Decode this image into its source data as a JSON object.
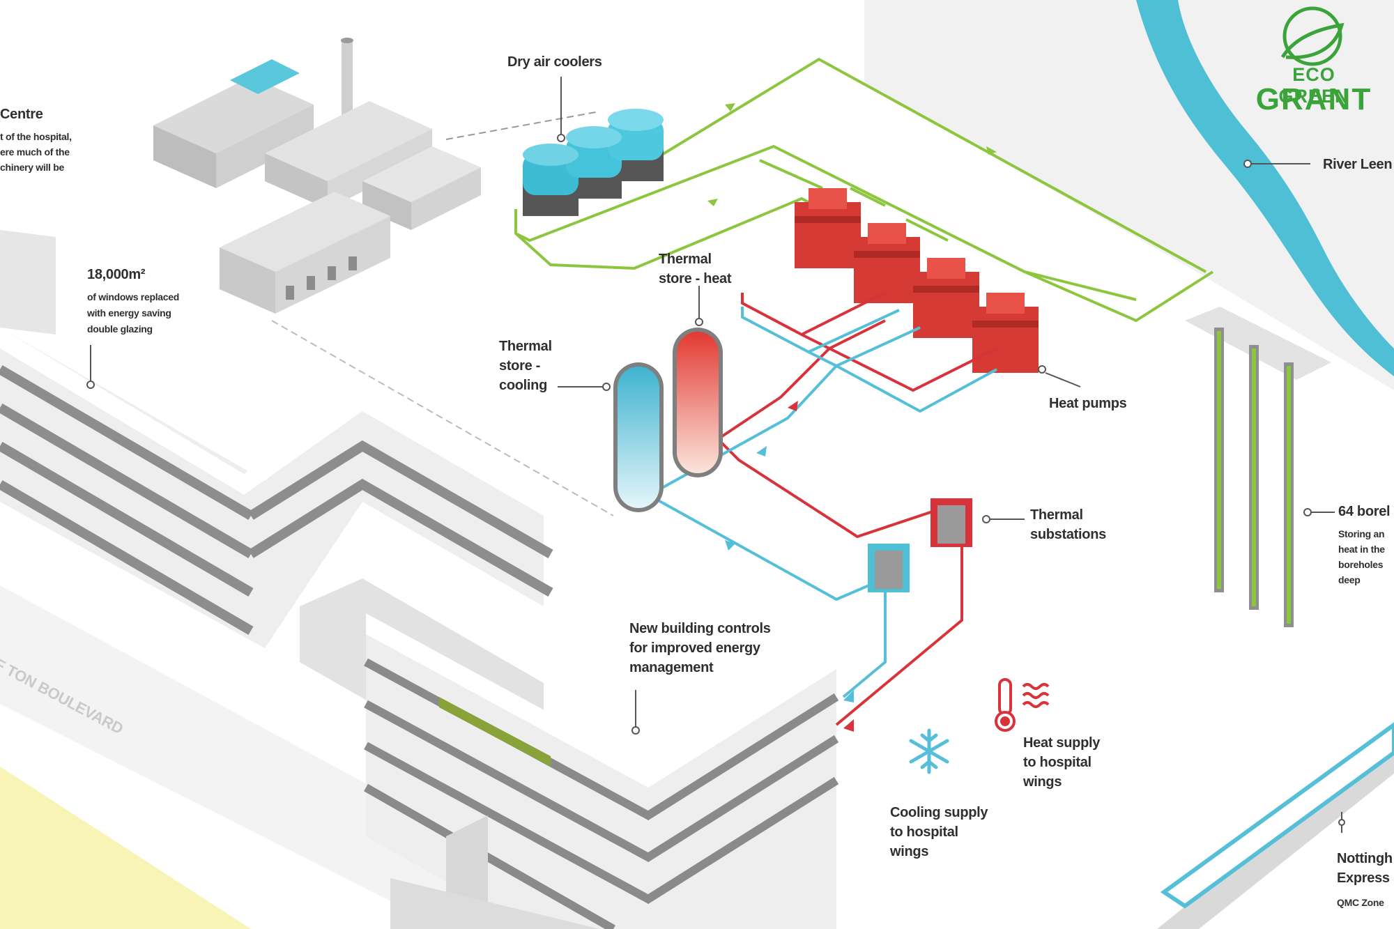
{
  "labels": {
    "energy_centre": {
      "title": "Centre",
      "desc": [
        "t of the hospital,",
        "ere much of the",
        "chinery will be"
      ]
    },
    "windows": {
      "area": "18,000m²",
      "desc": [
        "of windows replaced",
        "with energy saving",
        "double glazing"
      ]
    },
    "dry_air_coolers": "Dry air coolers",
    "thermal_store_heat": [
      "Thermal",
      "store - heat"
    ],
    "thermal_store_cooling": [
      "Thermal",
      "store -",
      "cooling"
    ],
    "heat_pumps": "Heat pumps",
    "thermal_substations": [
      "Thermal",
      "substations"
    ],
    "building_controls": [
      "New building controls",
      "for improved energy",
      "management"
    ],
    "heat_supply": [
      "Heat supply",
      "to hospital",
      "wings"
    ],
    "cooling_supply": [
      "Cooling supply",
      "to hospital",
      "wings"
    ],
    "river": "River Leen",
    "boreholes": {
      "title": "64 borel",
      "desc": [
        "Storing an",
        "heat in the",
        "boreholes",
        "deep"
      ]
    },
    "tram": {
      "title": [
        "Nottingh",
        "Express"
      ],
      "desc": "QMC Zone"
    },
    "road": "F TON BOULEVARD"
  },
  "logo": {
    "line1": "ECO GREEN",
    "line2": "GRANT",
    "color": "#3aa33a"
  },
  "colors": {
    "heat": "#d8333b",
    "cooling": "#56bfd8",
    "loop": "#8cc63f",
    "building": "#e8e8e8",
    "building_dark": "#8a8a8a",
    "river": "#4fbfd6",
    "yellow_field": "#f8f4b5"
  },
  "icons": [
    "snowflake-icon",
    "thermometer-icon"
  ]
}
